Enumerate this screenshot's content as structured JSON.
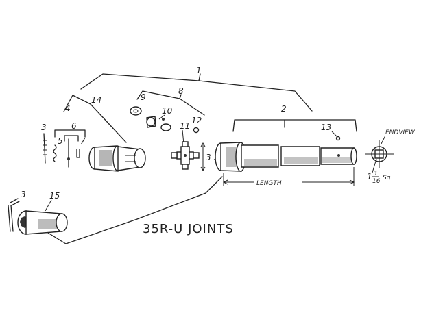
{
  "title": "35R-U JOINTS",
  "end_view_label": "ENDVIEW",
  "length_label": "LENGTH",
  "dimension_32": "3 2",
  "sq_dimension": {
    "whole": "1",
    "num": "3",
    "den": "16",
    "unit": "Sq"
  },
  "callouts": {
    "n1": "1",
    "n2": "2",
    "n3a": "3",
    "n3b": "3",
    "n4": "4",
    "n5": "5",
    "n6": "6",
    "n7": "7",
    "n8": "8",
    "n9": "9",
    "n10": "10",
    "n11": "11",
    "n12": "12",
    "n13": "13",
    "n14": "14",
    "n15": "15"
  }
}
